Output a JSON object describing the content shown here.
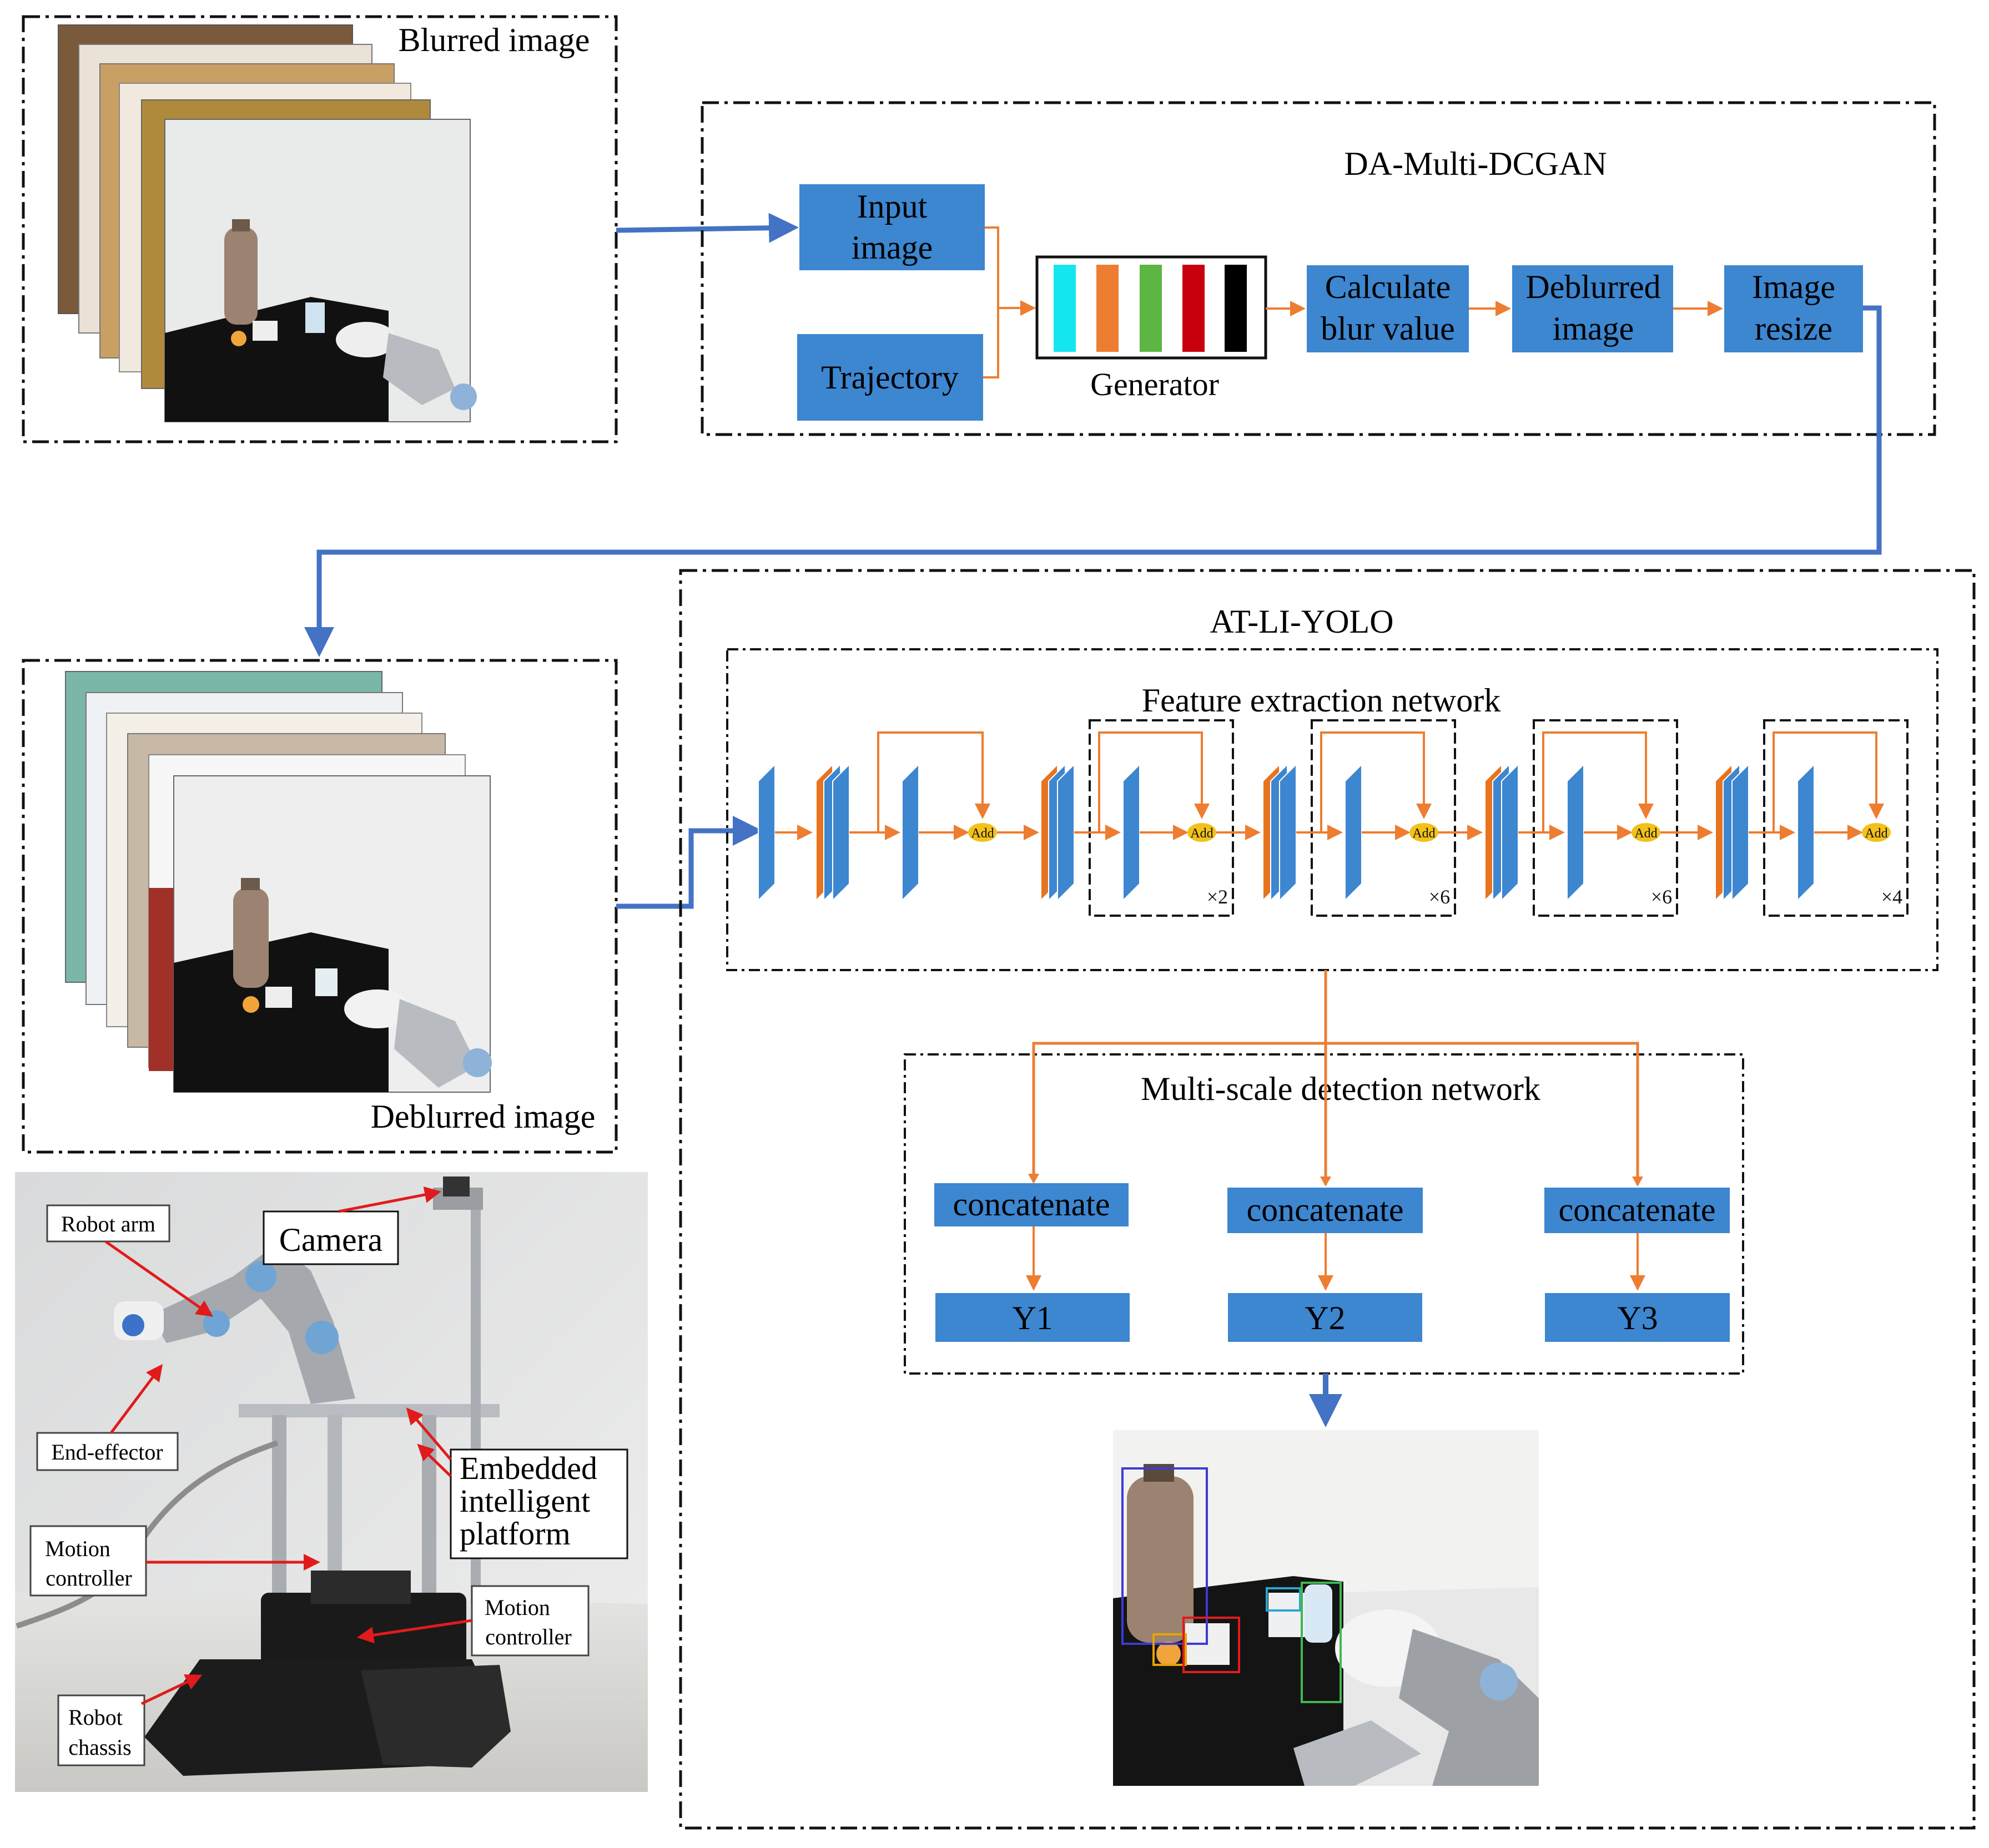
{
  "colors": {
    "block_blue": "#3d86d0",
    "block_orange": "#e8731f",
    "arrow_blue": "#4472c4",
    "arrow_orange": "#ed7d31",
    "add_yellow": "#f2c11a",
    "callout_red": "#e11b1b"
  },
  "panels": {
    "blurred": {
      "title": "Blurred image"
    },
    "deblurred": {
      "title": "Deblurred image"
    }
  },
  "da_dcgan": {
    "title": "DA-Multi-DCGAN",
    "input_image": [
      "Input",
      "image"
    ],
    "trajectory": "Trajectory",
    "generator_label": "Generator",
    "generator_bar_colors": [
      "#14e6f0",
      "#ed7d31",
      "#5db544",
      "#c8000e",
      "#000000"
    ],
    "calculate": [
      "Calculate",
      "blur value"
    ],
    "deblurred": [
      "Deblurred",
      "image"
    ],
    "resize": [
      "Image",
      "resize"
    ]
  },
  "yolo": {
    "title": "AT-LI-YOLO",
    "feature_title": "Feature extraction network",
    "add_label": "Add",
    "repeats": [
      "×2",
      "×6",
      "×6",
      "×4"
    ],
    "detection_title": "Multi-scale detection network",
    "concat_label": "concatenate",
    "outputs": [
      "Y1",
      "Y2",
      "Y3"
    ]
  },
  "robot": {
    "labels": {
      "arm": "Robot arm",
      "camera": "Camera",
      "end_effector": "End-effector",
      "embedded": [
        "Embedded",
        "intelligent",
        "platform"
      ],
      "motion1": [
        "Motion",
        "controller"
      ],
      "motion2": [
        "Motion",
        "controller"
      ],
      "chassis": [
        "Robot",
        "chassis"
      ]
    }
  }
}
